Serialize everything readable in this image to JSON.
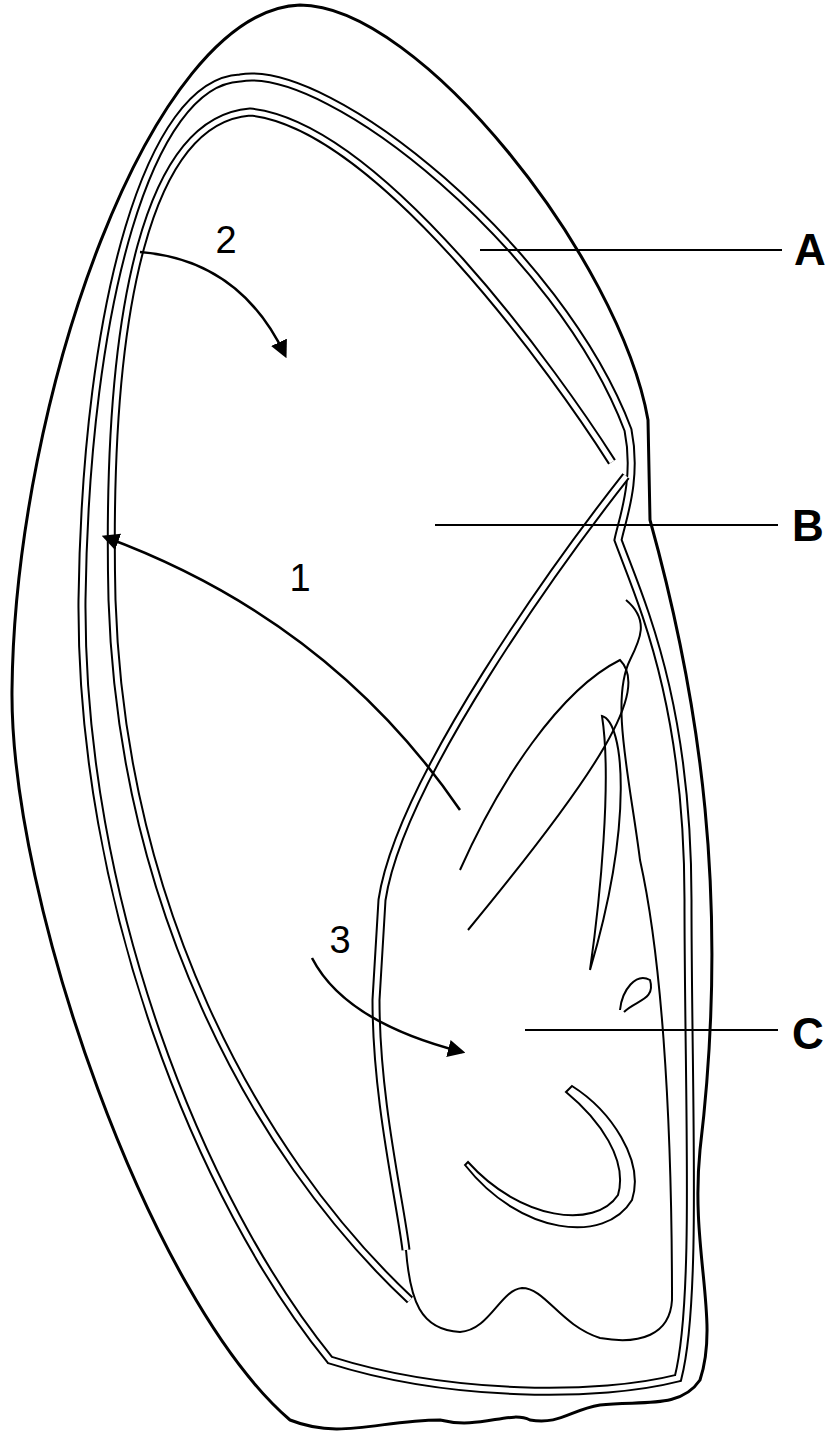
{
  "diagram": {
    "labels": [
      "2",
      "A",
      "B",
      "1",
      "3",
      "C"
    ]
  }
}
